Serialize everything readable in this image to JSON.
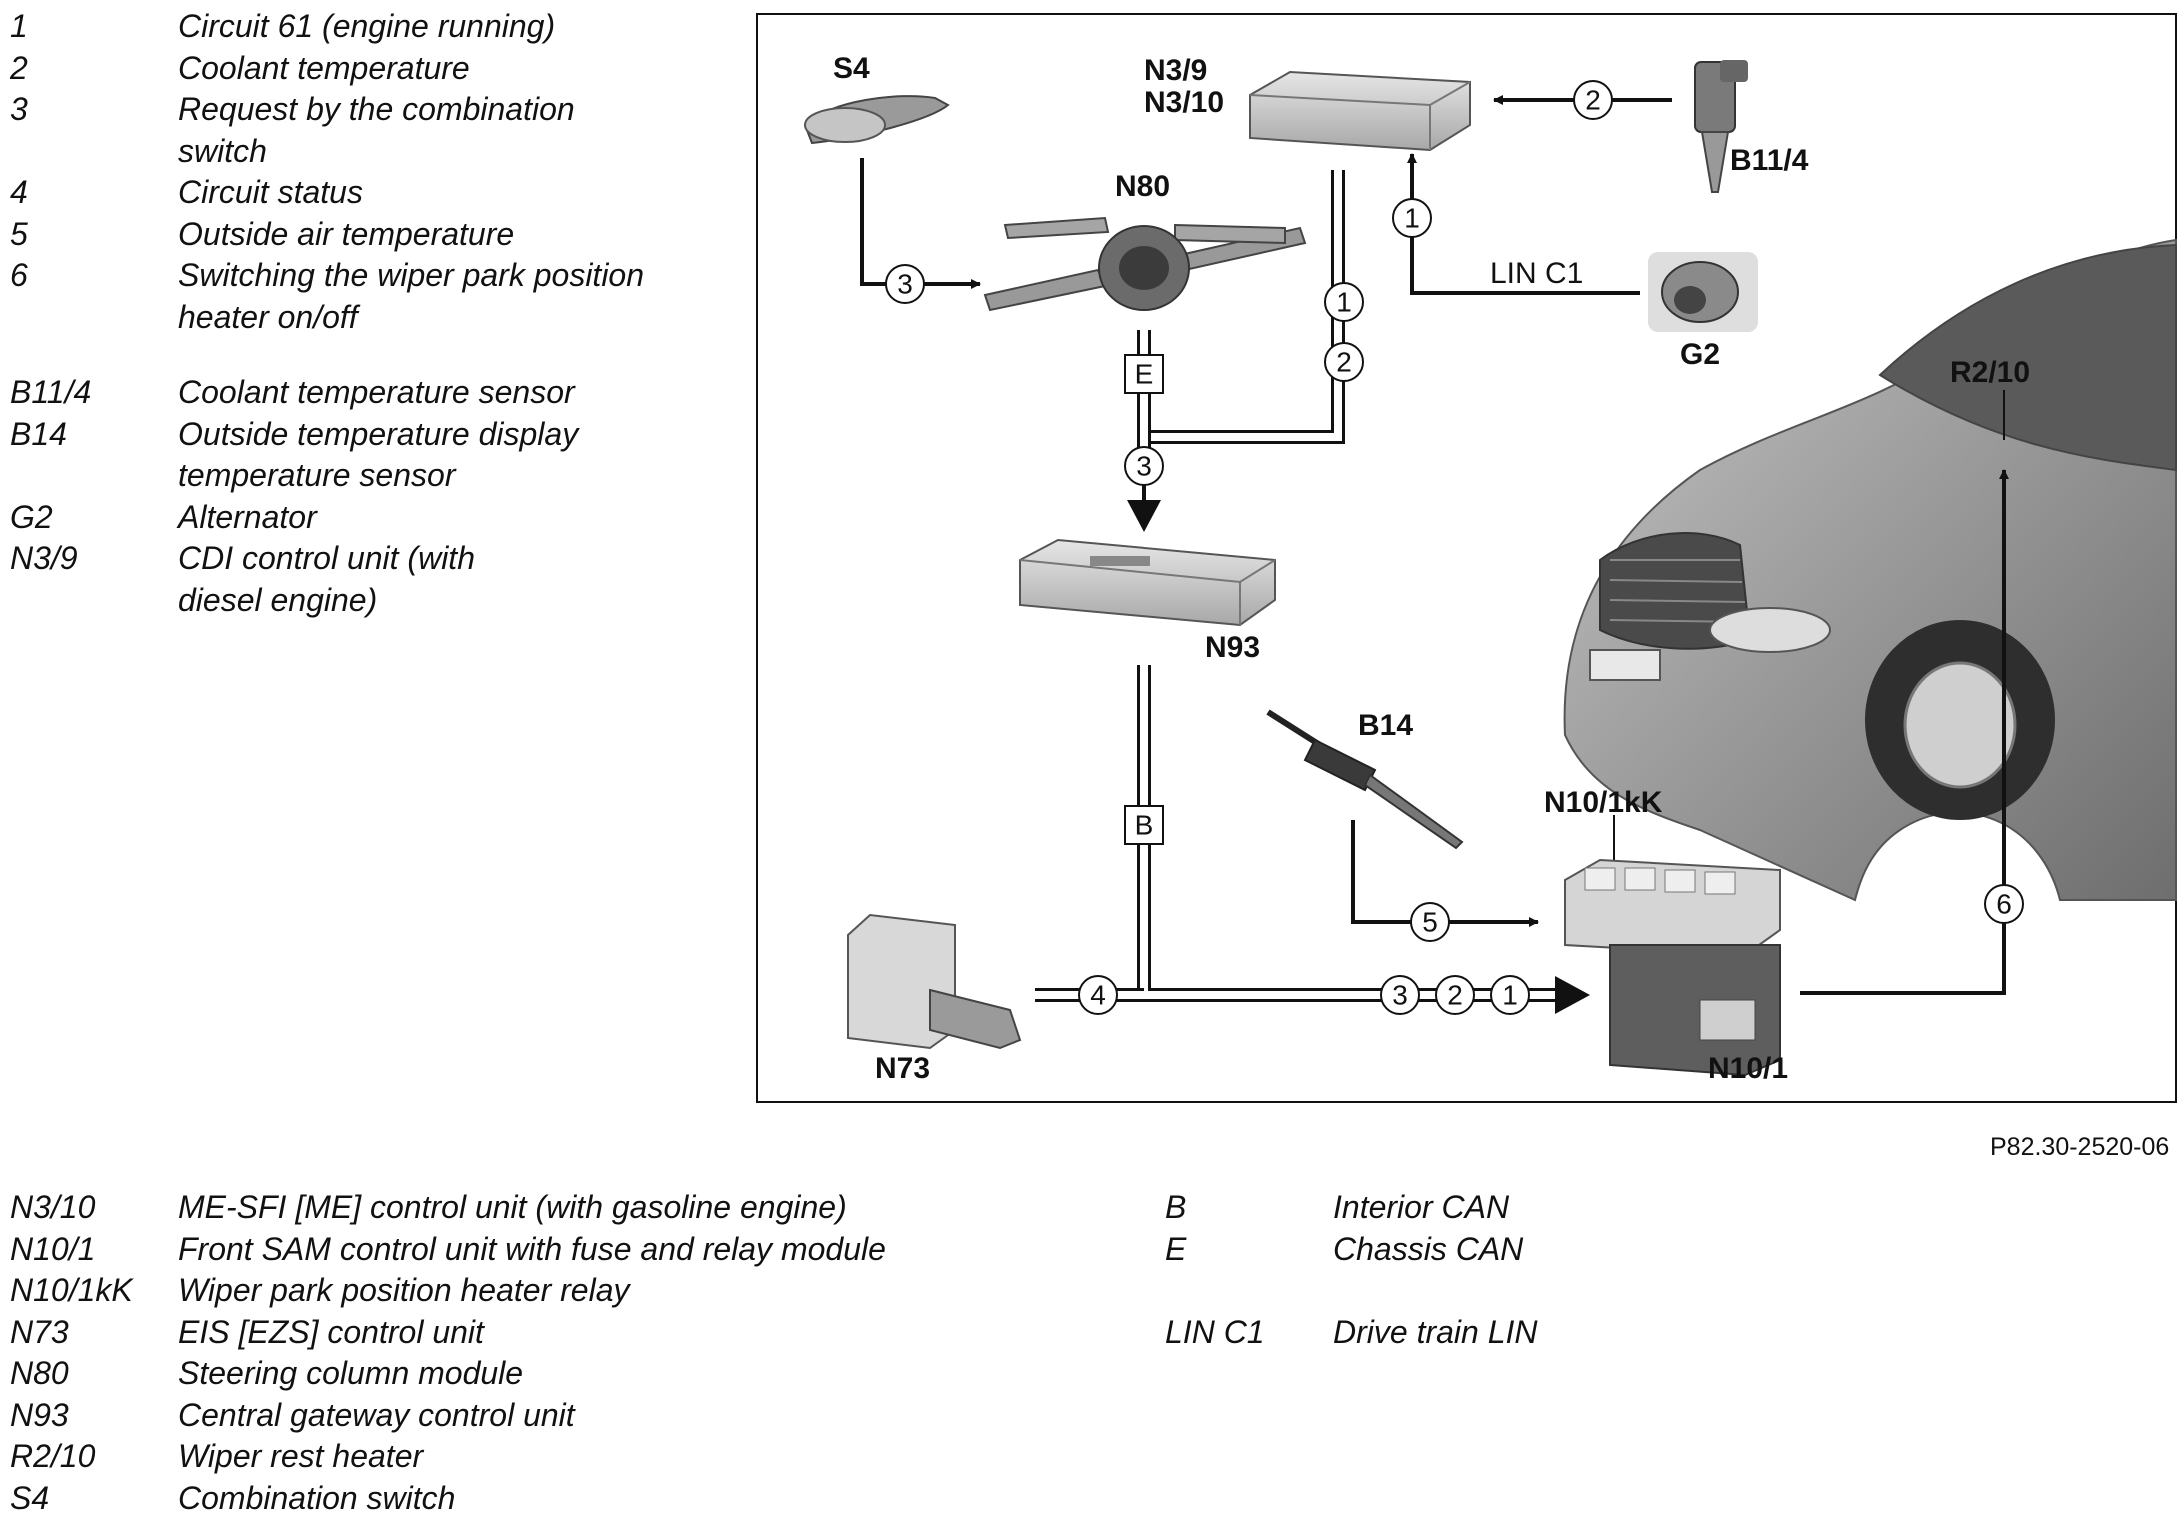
{
  "legend_top": [
    {
      "code": "1",
      "desc": "Circuit 61 (engine running)"
    },
    {
      "code": "2",
      "desc": "Coolant temperature"
    },
    {
      "code": "3",
      "desc": "Request by the combination switch"
    },
    {
      "code": "4",
      "desc": "Circuit status"
    },
    {
      "code": "5",
      "desc": "Outside air temperature"
    },
    {
      "code": "6",
      "desc": "Switching the wiper park position heater on/off"
    },
    {
      "code": "B11/4",
      "desc": "Coolant temperature sensor"
    },
    {
      "code": "B14",
      "desc": "Outside temperature display temperature sensor"
    },
    {
      "code": "G2",
      "desc": "Alternator"
    },
    {
      "code": "N3/9",
      "desc": "CDI control unit (with diesel engine)"
    }
  ],
  "legend_bottom_left": [
    {
      "code": "N3/10",
      "desc": "ME-SFI [ME] control unit (with gasoline engine)"
    },
    {
      "code": "N10/1",
      "desc": "Front SAM control unit with fuse and relay module"
    },
    {
      "code": "N10/1kK",
      "desc": "Wiper park position heater relay"
    },
    {
      "code": "N73",
      "desc": "EIS [EZS] control unit"
    },
    {
      "code": "N80",
      "desc": "Steering column module"
    },
    {
      "code": "N93",
      "desc": "Central gateway control unit"
    },
    {
      "code": "R2/10",
      "desc": "Wiper rest heater"
    },
    {
      "code": "S4",
      "desc": "Combination switch"
    }
  ],
  "legend_bottom_right": [
    {
      "code": "B",
      "desc": "Interior CAN"
    },
    {
      "code": "E",
      "desc": "Chassis CAN"
    },
    {
      "code": "LIN C1",
      "desc": "Drive train LIN"
    }
  ],
  "figure_id": "P82.30-2520-06",
  "diagram": {
    "components": {
      "s4": "S4",
      "n3_9": "N3/9",
      "n3_10": "N3/10",
      "b11_4": "B11/4",
      "n80": "N80",
      "g2": "G2",
      "lin_c1": "LIN C1",
      "r2_10": "R2/10",
      "n93": "N93",
      "b14": "B14",
      "n10_1kk": "N10/1kK",
      "n73": "N73",
      "n10_1": "N10/1"
    },
    "bus_tags": {
      "chassis": "E",
      "interior": "B"
    },
    "signals": {
      "s1": "1",
      "s2": "2",
      "s3": "3",
      "s4": "4",
      "s5": "5",
      "s6": "6"
    }
  }
}
